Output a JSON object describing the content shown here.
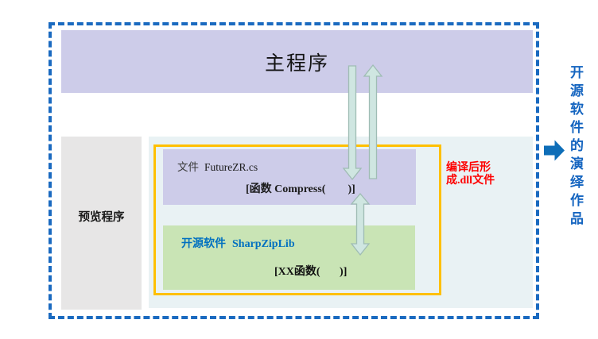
{
  "colors": {
    "boundary_blue": "#1a6ac0",
    "box_purple": "#cdcce9",
    "box_gray": "#e7e6e6",
    "panel_light_blue": "#e9f2f4",
    "box_green": "#c9e4b5",
    "outline_orange": "#ffc000",
    "note_red": "#fe0000",
    "oss_title_blue": "#0070c0",
    "derivative_text_blue": "#1565c0",
    "arrow_fill": "#cfe6e1",
    "arrow_stroke": "#9fbcb4",
    "block_arrow_blue": "#0e6eb8"
  },
  "main_program": {
    "label": "主程序"
  },
  "preview_program": {
    "label": "预览程序"
  },
  "file_box": {
    "prefix": "文件",
    "name": "FutureZR.cs",
    "function": "[函数 Compress(        )]"
  },
  "oss_box": {
    "prefix": "开源软件",
    "name": "SharpZipLib",
    "function": "[XX函数(       )]"
  },
  "compile_note": {
    "line1": "编译后形",
    "line2": "成.dll文件"
  },
  "derivative_label": "开源软件的演绎作品"
}
